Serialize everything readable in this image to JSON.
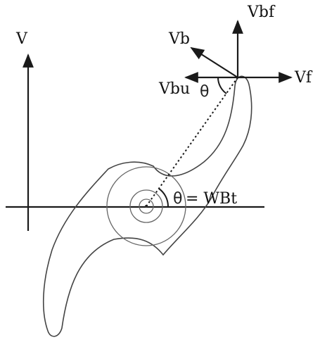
{
  "diagram": {
    "labels": {
      "v_axis": "V",
      "vbf": "Vbf",
      "vb": "Vb",
      "vf": "Vf",
      "vbu": "Vbu",
      "theta_tip": "θ",
      "theta_center": "θ",
      "angle_formula": "= WBt"
    },
    "colors": {
      "line": "#1a1a1a",
      "shape_outline": "#444444",
      "background": "#ffffff"
    }
  }
}
